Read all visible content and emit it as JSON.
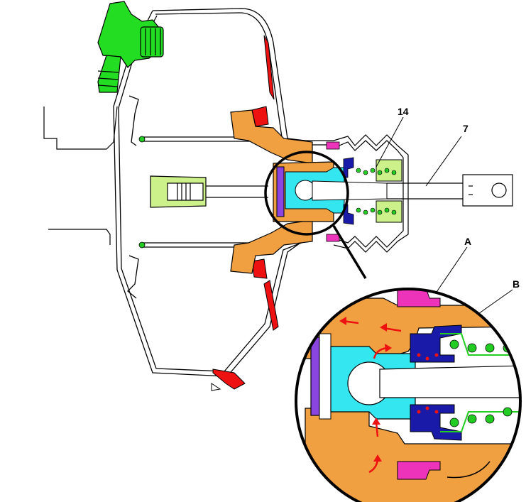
{
  "callouts": {
    "label_14": "14",
    "label_7": "7",
    "label_a": "A",
    "label_b": "B"
  },
  "colors": {
    "outline": "#000000",
    "diaphragm_orange": "#f0a040",
    "valve_cyan": "#33e6f0",
    "seal_blue": "#1a1aa8",
    "reaction_disc_purple": "#8a44e0",
    "check_valve_green": "#22dd22",
    "pushrod_green": "#ccf08a",
    "seal_red": "#ee1111",
    "retainer_pink": "#ee33bb",
    "spring_green": "#22cc22",
    "flow_arrow_red": "#ee1111"
  }
}
